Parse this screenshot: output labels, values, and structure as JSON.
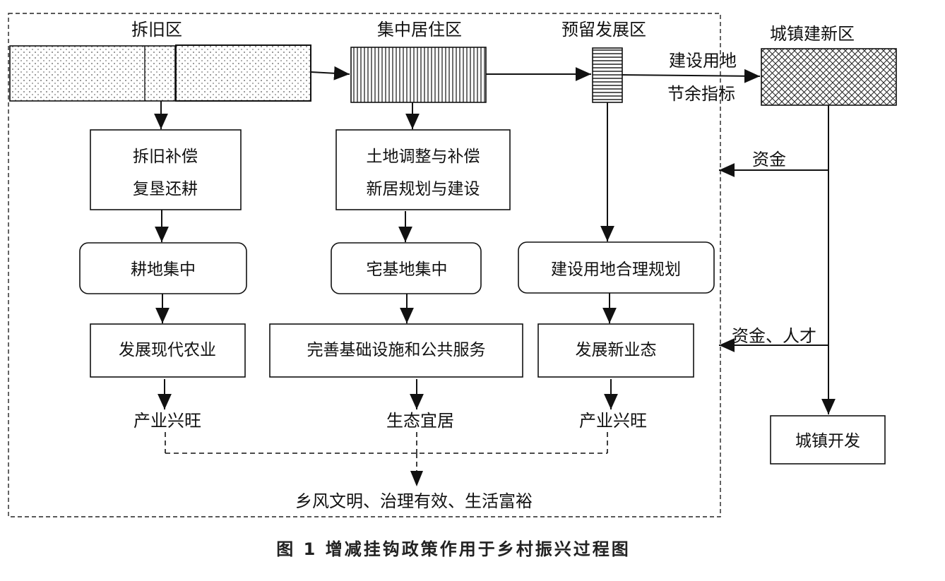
{
  "caption": "图 1   增减挂钩政策作用于乡村振兴过程图",
  "zones": {
    "demolition": "拆旧区",
    "concentrated_living": "集中居住区",
    "reserved_development": "预留发展区",
    "urban_new_construction": "城镇建新区"
  },
  "transfer_label": {
    "line1": "建设用地",
    "line2": "节余指标"
  },
  "column_demolition": {
    "step1_line1": "拆旧补偿",
    "step1_line2": "复垦还耕",
    "step2": "耕地集中",
    "step3": "发展现代农业",
    "outcome": "产业兴旺"
  },
  "column_living": {
    "step1_line1": "土地调整与补偿",
    "step1_line2": "新居规划与建设",
    "step2": "宅基地集中",
    "step3": "完善基础设施和公共服务",
    "outcome": "生态宜居"
  },
  "column_reserved": {
    "step2": "建设用地合理规划",
    "step3": "发展新业态",
    "outcome": "产业兴旺"
  },
  "urban": {
    "flow_funds": "资金",
    "flow_funds_talent": "资金、人才",
    "development": "城镇开发"
  },
  "final_outcome": "乡风文明、治理有效、生活富裕"
}
